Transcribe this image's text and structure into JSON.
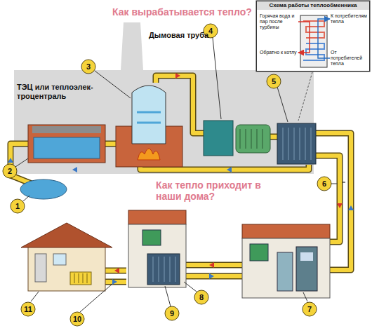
{
  "diagram": {
    "title": "Как вырабатывается тепло?",
    "nodes": [
      {
        "text": [
          "Схема работы теплообменника"
        ]
      },
      {
        "text": [
          "Горячая вода и пар после турбины"
        ],
        "in": 0
      },
      {
        "text": [
          "К потребителям тепла"
        ],
        "in": 0
      },
      {
        "text": [
          "Обратно к котлу"
        ],
        "in": 0
      },
      {
        "text": [
          "От потребителей тепла"
        ],
        "in": 0
      }
    ],
    "edges": [
      {
        "from": 1,
        "to": 3,
        "arrow": "to"
      },
      {
        "from": 4,
        "to": 2,
        "arrow": "to"
      }
    ],
    "labels": [
      "Дымовая труба",
      "ТЭЦ или теплоэлек- троцентраль",
      "Как тепло приходит в наши дома?",
      "1",
      "2",
      "3",
      "4",
      "5",
      "6",
      "7",
      "8",
      "9",
      "10",
      "11"
    ]
  }
}
